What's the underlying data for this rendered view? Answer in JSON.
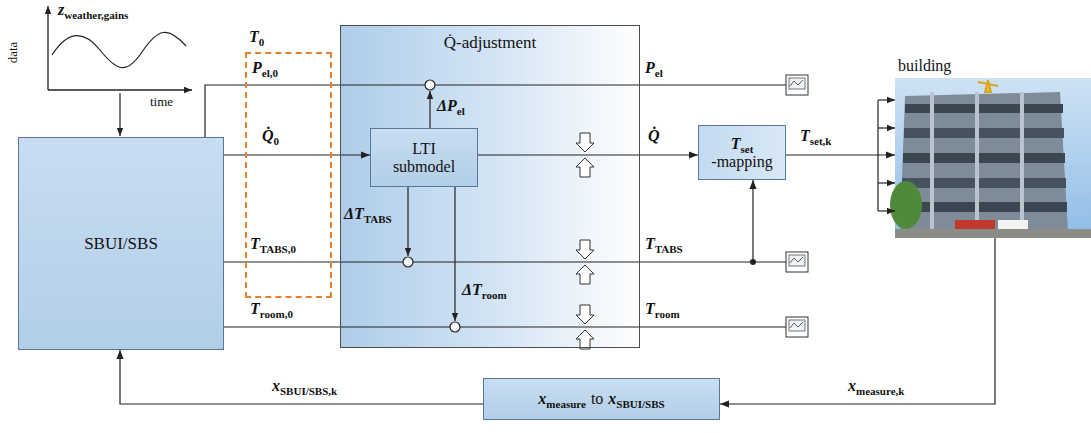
{
  "diagram": {
    "nodes": [
      {
        "text": [
          "SBUI/SBS"
        ]
      },
      {
        "text": [
          "T",
          "0"
        ]
      },
      {
        "text": [
          "Q̇-adjustment"
        ]
      },
      {
        "text": [
          "LTI submodel"
        ],
        "in": 2
      },
      {
        "text": [
          "T",
          "set",
          "-mapping"
        ]
      },
      {
        "text": [
          "building"
        ]
      },
      {
        "text": [
          "x",
          "measure",
          "to",
          "x",
          "SBUI/SBS"
        ]
      }
    ],
    "edges": [
      {
        "from": 0,
        "to": 3,
        "arrow": "to"
      },
      {
        "from": 3,
        "to": 4,
        "arrow": "to"
      },
      {
        "from": 0,
        "to": 4,
        "arrow": "to"
      },
      {
        "from": 4,
        "to": 5,
        "arrow": "to"
      },
      {
        "from": 5,
        "to": 6,
        "arrow": "to"
      },
      {
        "from": 6,
        "to": 0,
        "arrow": "to"
      }
    ],
    "labels": [
      "data",
      "time",
      "z",
      "weather,gains",
      "P",
      "el,0",
      "Q̇",
      "0",
      "T",
      "TABS,0",
      "T",
      "room,0",
      "ΔP",
      "el",
      "P",
      "el",
      "Q̇",
      "ΔT",
      "TABS",
      "ΔT",
      "room",
      "T",
      "TABS",
      "T",
      "room",
      "T",
      "set,k",
      "x",
      "SBUI/SBS,k",
      "x",
      "measure,k"
    ]
  }
}
